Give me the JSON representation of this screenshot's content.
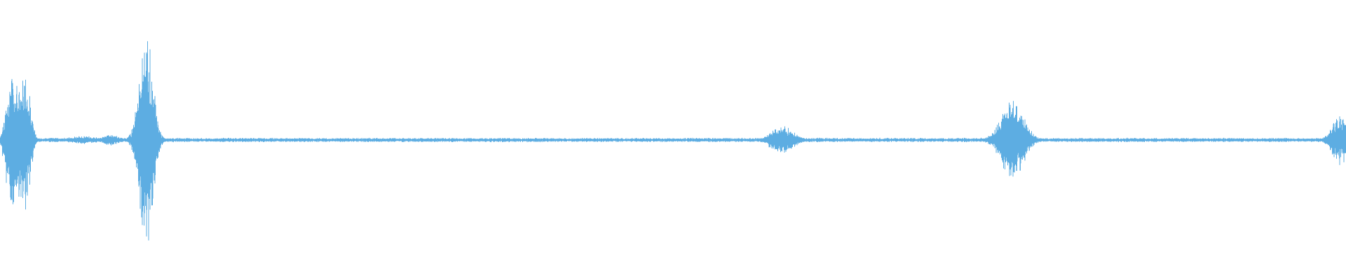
{
  "waveform": {
    "color": "#5dade2",
    "background": "#ffffff",
    "baseline_amplitude": 0.012,
    "bursts": [
      {
        "center": 0.0135,
        "width": 0.0105,
        "peak": 0.52,
        "shape": "flat"
      },
      {
        "center": 0.1085,
        "width": 0.0085,
        "peak": 0.65,
        "shape": "spiky"
      },
      {
        "center": 0.061,
        "width": 0.018,
        "peak": 0.03,
        "shape": "smooth"
      },
      {
        "center": 0.082,
        "width": 0.01,
        "peak": 0.04,
        "shape": "smooth"
      },
      {
        "center": 0.581,
        "width": 0.014,
        "peak": 0.1,
        "shape": "smooth"
      },
      {
        "center": 0.752,
        "width": 0.014,
        "peak": 0.3,
        "shape": "smooth"
      },
      {
        "center": 0.9955,
        "width": 0.0095,
        "peak": 0.18,
        "shape": "smooth"
      }
    ]
  }
}
